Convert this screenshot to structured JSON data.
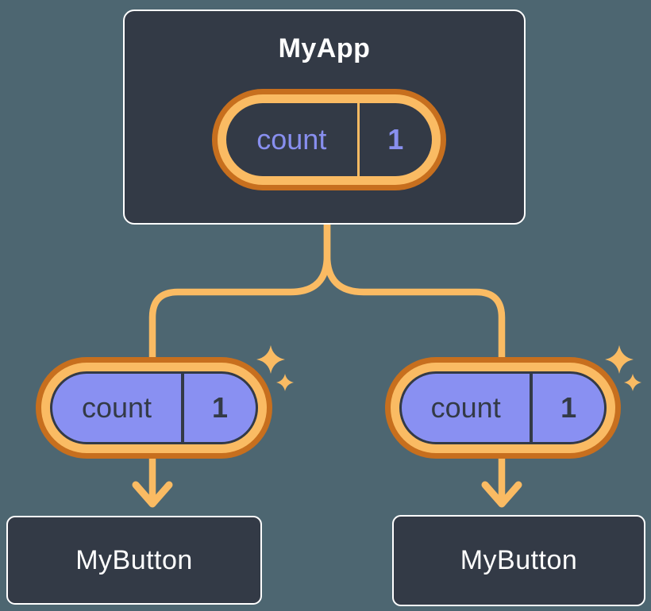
{
  "diagram": {
    "root": {
      "title": "MyApp",
      "state": {
        "label": "count",
        "value": "1"
      }
    },
    "children": [
      {
        "title": "MyButton",
        "prop": {
          "label": "count",
          "value": "1"
        }
      },
      {
        "title": "MyButton",
        "prop": {
          "label": "count",
          "value": "1"
        }
      }
    ]
  },
  "icons": {
    "sparkle": "sparkle-icon",
    "arrow_down": "arrow-down-icon"
  },
  "colors": {
    "background": "#4D6671",
    "node_fill": "#333A46",
    "node_border": "#FFFFFF",
    "accent_light": "#FABB63",
    "accent_dark": "#C76F1E",
    "pill_fill": "#8990F2",
    "pill_text_dark": "#333A46",
    "pill_text_light": "#888FEF"
  }
}
